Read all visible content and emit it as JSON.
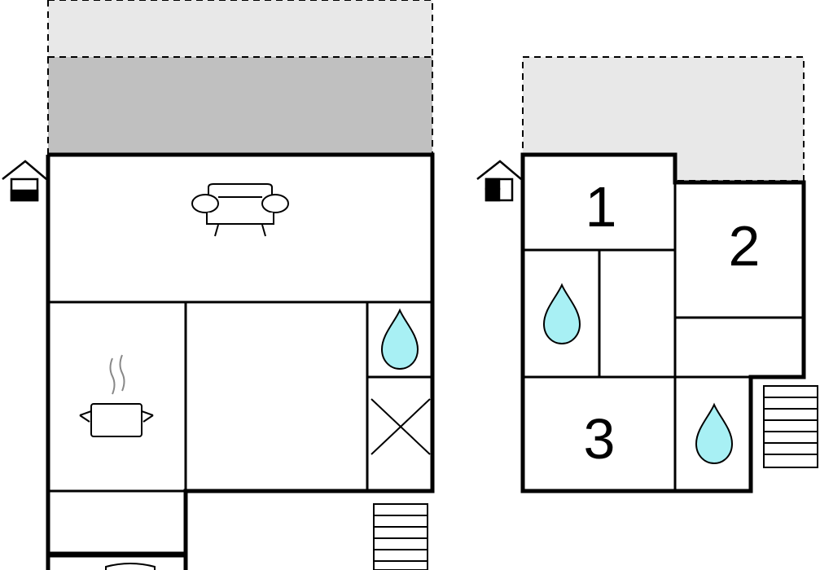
{
  "colors": {
    "background": "#ffffff",
    "wall": "#000000",
    "terrace_light": "#e8e8e8",
    "terrace_dark": "#c0c0c0",
    "water": "#a8f0f4",
    "water_outline": "#000000"
  },
  "floors": [
    {
      "name": "",
      "entrance_icon": "house-entrance-icon",
      "rooms": [
        {
          "icon": "sofa-icon",
          "label": ""
        },
        {
          "icon": "cooking-pot-icon",
          "label": ""
        },
        {
          "icon": "water-drop-icon",
          "label": ""
        },
        {
          "icon": "cross-box-icon",
          "label": ""
        },
        {
          "icon": "stairs-icon",
          "label": ""
        }
      ]
    },
    {
      "name": "",
      "entrance_icon": "house-entrance-icon",
      "rooms": [
        {
          "icon": "",
          "label": "1"
        },
        {
          "icon": "",
          "label": "2"
        },
        {
          "icon": "",
          "label": "3"
        },
        {
          "icon": "water-drop-icon",
          "label": ""
        },
        {
          "icon": "water-drop-icon",
          "label": ""
        },
        {
          "icon": "stairs-icon",
          "label": ""
        }
      ]
    }
  ]
}
